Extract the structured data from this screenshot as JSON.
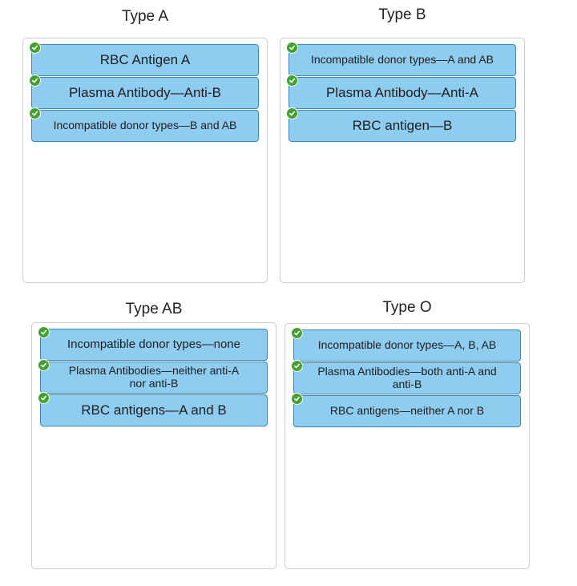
{
  "zones": [
    {
      "title": "Type A",
      "cards": [
        "RBC Antigen A",
        "Plasma Antibody—Anti-B",
        "Incompatible donor types—B and AB"
      ]
    },
    {
      "title": "Type B",
      "cards": [
        "Incompatible donor types—A and AB",
        "Plasma Antibody—Anti-A",
        "RBC antigen—B"
      ]
    },
    {
      "title": "Type AB",
      "cards": [
        "Incompatible donor types—none",
        "Plasma Antibodies—neither anti-A nor anti-B",
        "RBC antigens—A and B"
      ]
    },
    {
      "title": "Type O",
      "cards": [
        "Incompatible donor types—A, B, AB",
        "Plasma Antibodies—both anti-A and anti-B",
        "RBC antigens—neither A nor B"
      ]
    }
  ],
  "status": {
    "correct_color": "#43a22f",
    "card_fill": "#8ecdf0",
    "card_border": "#3e86b8",
    "check_icon": "check-circle-icon"
  }
}
